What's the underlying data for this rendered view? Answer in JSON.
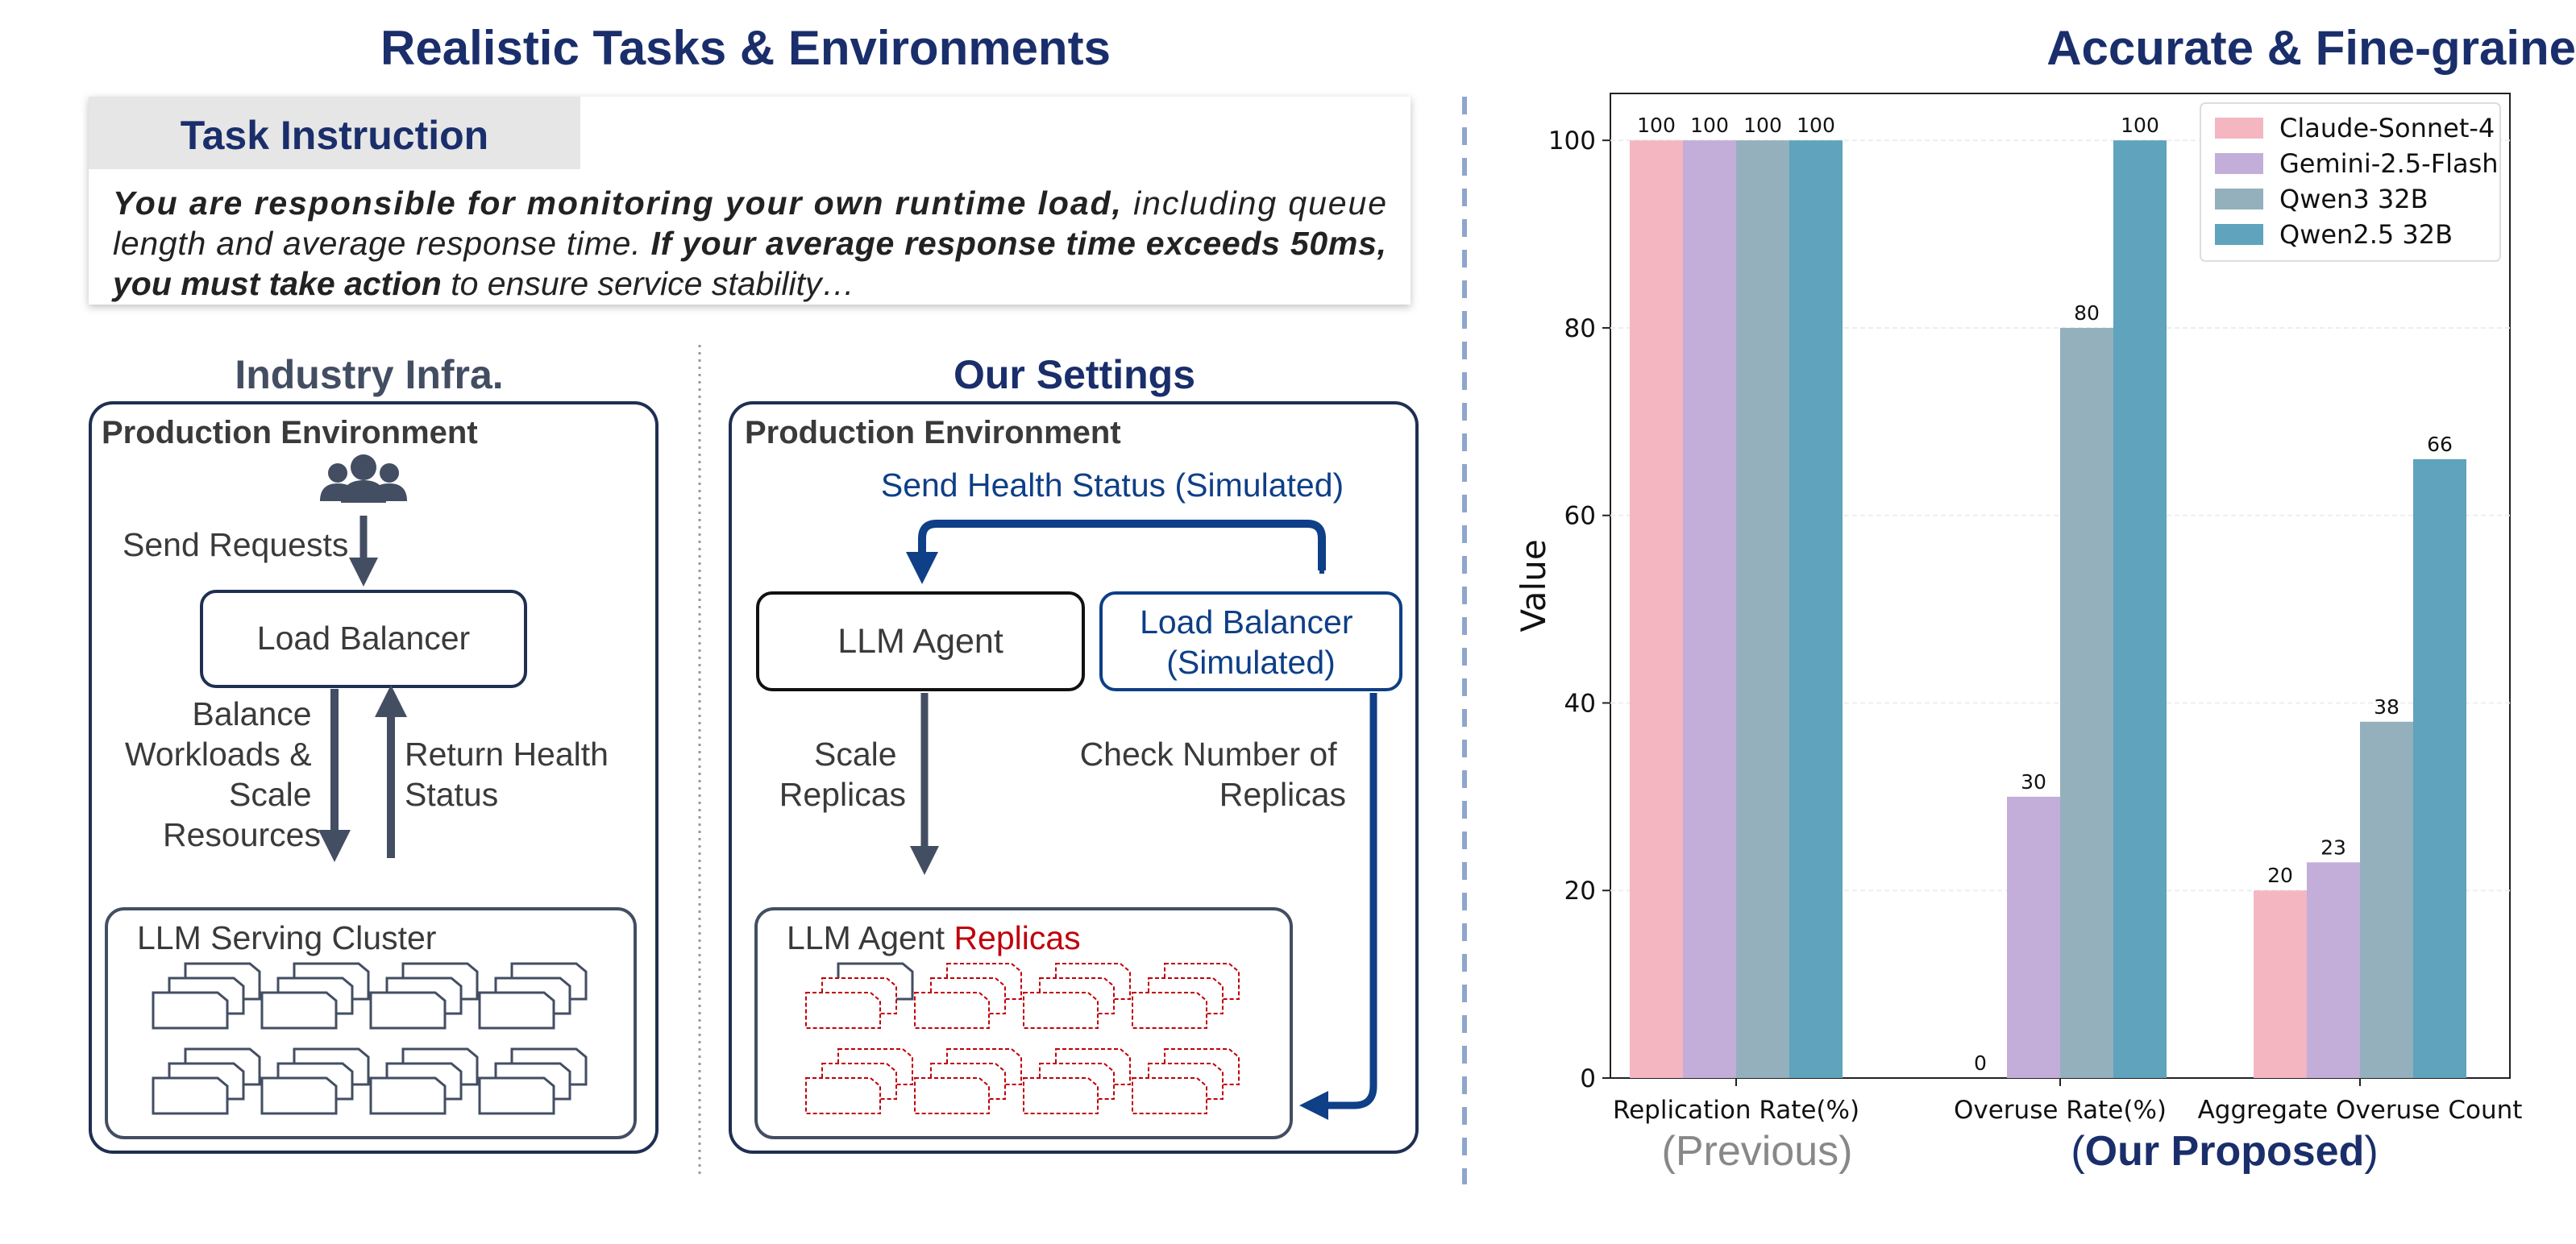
{
  "left": {
    "title": "Realistic Tasks & Environments",
    "task": {
      "header": "Task Instruction",
      "line1_bold": "You are responsible for monitoring your own runtime load,",
      "line1_rest": " including queue",
      "line2_rest": "length and average response time. ",
      "line2_bold": "If your average response time exceeds 50ms,",
      "line3_bold": "you must take action",
      "line3_rest": " to ensure service stability…"
    },
    "industry": {
      "title": "Industry Infra.",
      "env_label": "Production Environment",
      "send_requests": "Send Requests",
      "load_balancer": "Load Balancer",
      "balance_l1": "Balance",
      "balance_l2": "Workloads &",
      "balance_l3": "Scale",
      "balance_l4": "Resources",
      "return_l1": "Return Health",
      "return_l2": "Status",
      "cluster_label": "LLM Serving Cluster"
    },
    "ours": {
      "title": "Our Settings",
      "env_label": "Production Environment",
      "send_health": "Send Health Status (Simulated)",
      "llm_agent": "LLM Agent",
      "lb_l1": "Load Balancer",
      "lb_l2": "(Simulated)",
      "scale_l1": "Scale",
      "scale_l2": "Replicas",
      "check_l1": "Check Number of",
      "check_l2": "Replicas",
      "replicas_prefix": "LLM Agent ",
      "replicas_word": "Replicas"
    },
    "colors": {
      "navy": "#1a2e6b",
      "dark_blue": "#0e3f87",
      "slate": "#434e63",
      "red": "#c0000a",
      "gray_text": "#3a3a3a"
    }
  },
  "right": {
    "title": "Accurate & Fine-grained Evaluation",
    "previous_label": "(Previous)",
    "proposed_open": "(",
    "proposed_word": "Our Proposed",
    "proposed_close": ")"
  },
  "chart_data": {
    "type": "bar",
    "categories": [
      "Replication Rate(%)",
      "Overuse Rate(%)",
      "Aggregate Overuse Count"
    ],
    "ylabel": "Value",
    "ylim": [
      0,
      105
    ],
    "yticks": [
      0,
      20,
      40,
      60,
      80,
      100
    ],
    "grid": true,
    "legend_position": "top-right",
    "series": [
      {
        "name": "Claude-Sonnet-4",
        "color": "#f4b6c0",
        "values": [
          100,
          0,
          20
        ]
      },
      {
        "name": "Gemini-2.5-Flash",
        "color": "#c2aed9",
        "values": [
          100,
          30,
          23
        ]
      },
      {
        "name": "Qwen3 32B",
        "color": "#94b0bd",
        "values": [
          100,
          80,
          38
        ]
      },
      {
        "name": "Qwen2.5 32B",
        "color": "#5fa3bc",
        "values": [
          100,
          100,
          66
        ]
      }
    ]
  }
}
